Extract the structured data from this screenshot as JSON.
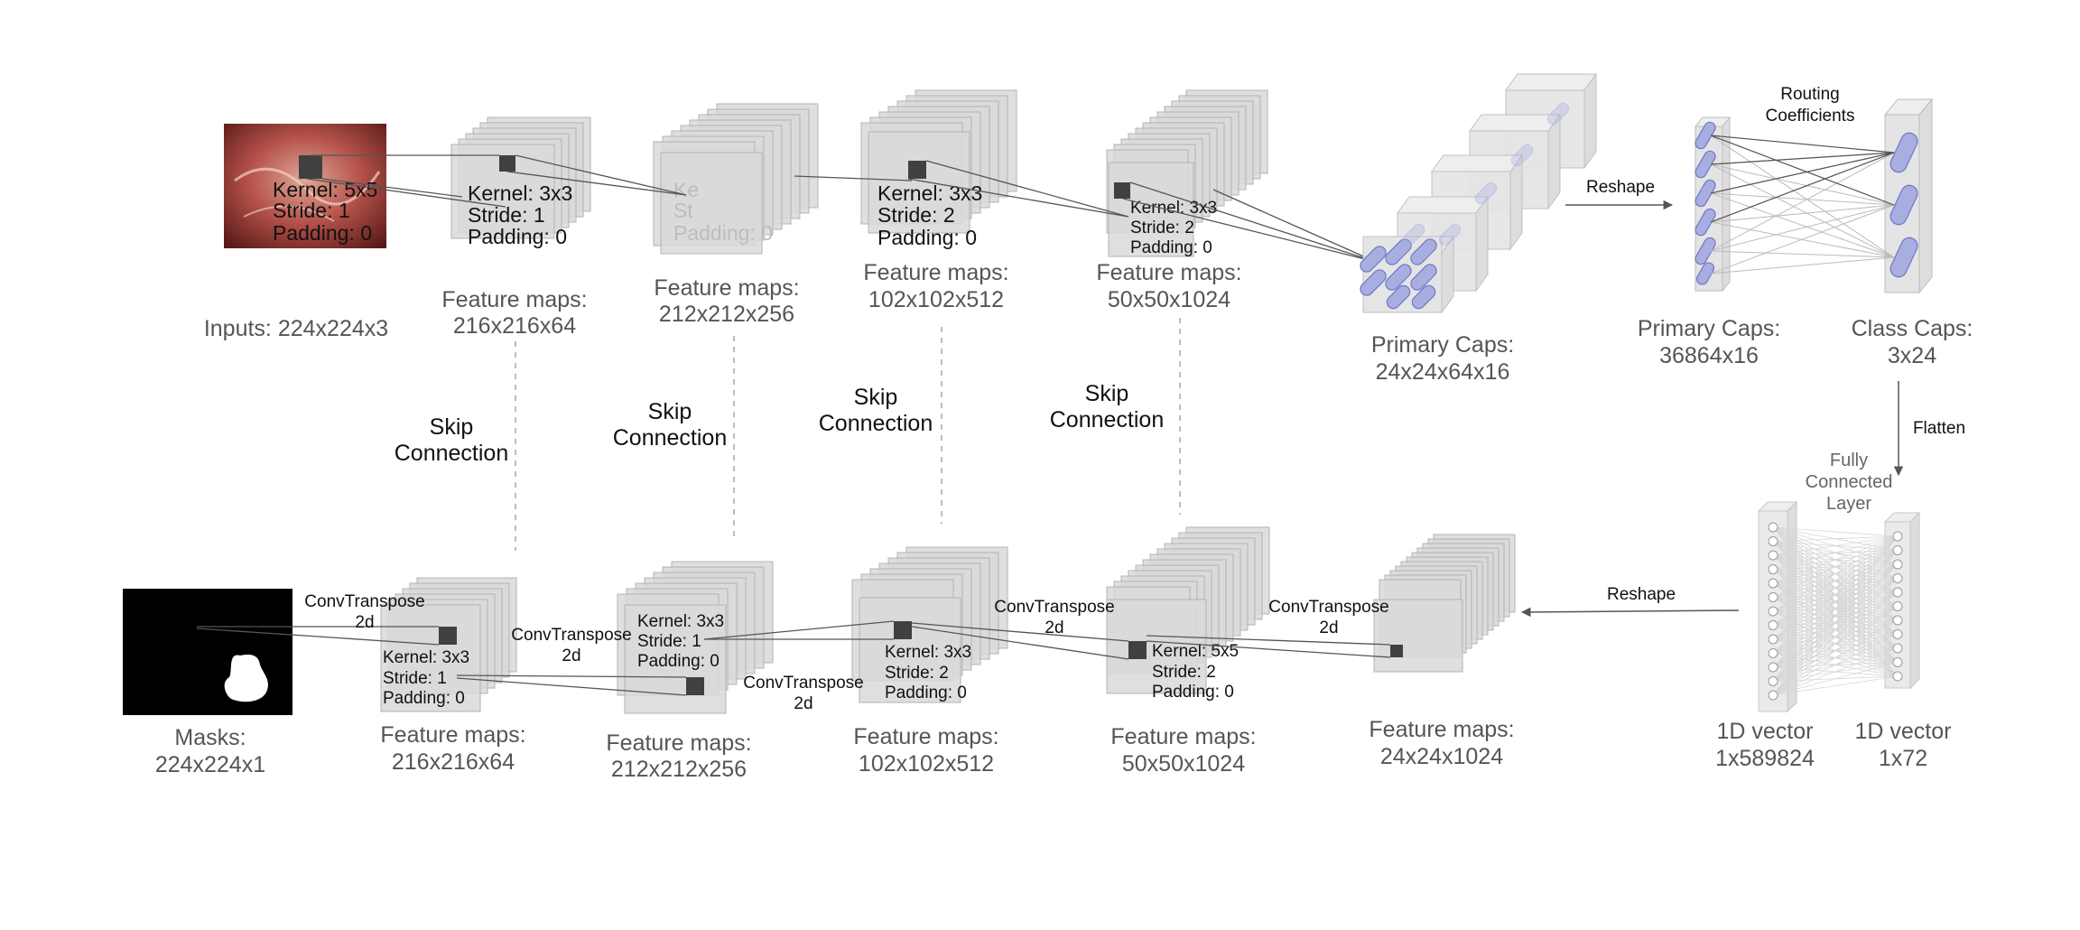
{
  "encoder": {
    "input": {
      "image_label": "Kernel: 5x5",
      "stride": "Stride: 1",
      "padding": "Padding: 0",
      "caption": "Inputs: 224x224x3"
    },
    "fm1": {
      "kernel": "Kernel: 3x3",
      "stride": "Stride: 1",
      "padding": "Padding: 0",
      "caption_1": "Feature maps:",
      "caption_2": "216x216x64"
    },
    "fm2": {
      "kernel": "Ke",
      "stride": "St",
      "padding": "Padding: 0",
      "caption_1": "Feature maps:",
      "caption_2": "212x212x256"
    },
    "fm3": {
      "kernel": "Kernel: 3x3",
      "stride": "Stride: 2",
      "padding": "Padding: 0",
      "caption_1": "Feature maps:",
      "caption_2": "102x102x512"
    },
    "fm4": {
      "kernel": "Kernel: 3x3",
      "stride": "Stride: 2",
      "padding": "Padding: 0",
      "caption_1": "Feature maps:",
      "caption_2": "50x50x1024"
    },
    "primary_caps": {
      "caption_1": "Primary Caps:",
      "caption_2": "24x24x64x16"
    }
  },
  "capsules": {
    "reshape": "Reshape",
    "routing_1": "Routing",
    "routing_2": "Coefficients",
    "primary": {
      "caption_1": "Primary Caps:",
      "caption_2": "36864x16"
    },
    "class": {
      "caption_1": "Class Caps:",
      "caption_2": "3x24"
    },
    "flatten": "Flatten",
    "fc_1": "Fully",
    "fc_2": "Connected",
    "fc_3": "Layer",
    "vec1": {
      "caption_1": "1D vector",
      "caption_2": "1x589824"
    },
    "vec2": {
      "caption_1": "1D vector",
      "caption_2": "1x72"
    }
  },
  "skip": [
    {
      "line1": "Skip",
      "line2": "Connection"
    },
    {
      "line1": "Skip",
      "line2": "Connection"
    },
    {
      "line1": "Skip",
      "line2": "Connection"
    },
    {
      "line1": "Skip",
      "line2": "Connection"
    }
  ],
  "decoder": {
    "reshape": "Reshape",
    "mask": {
      "caption_1": "Masks:",
      "caption_2": "224x224x1"
    },
    "fm1": {
      "kernel": "Kernel: 3x3",
      "stride": "Stride: 1",
      "padding": "Padding: 0",
      "caption_1": "Feature maps:",
      "caption_2": "216x216x64"
    },
    "fm2": {
      "kernel": "Kernel: 3x3",
      "stride": "Stride: 1",
      "padding": "Padding: 0",
      "caption_1": "Feature maps:",
      "caption_2": "212x212x256"
    },
    "fm3": {
      "kernel": "Kernel: 3x3",
      "stride": "Stride: 2",
      "padding": "Padding: 0",
      "caption_1": "Feature maps:",
      "caption_2": "102x102x512"
    },
    "fm4": {
      "kernel": "Kernel: 5x5",
      "stride": "Stride: 2",
      "padding": "Padding: 0",
      "caption_1": "Feature maps:",
      "caption_2": "50x50x1024"
    },
    "fm5": {
      "caption_1": "Feature maps:",
      "caption_2": "24x24x1024"
    },
    "convt_1": {
      "line1": "ConvTranspose",
      "line2": "2d"
    },
    "convt_2": {
      "line1": "ConvTranspose",
      "line2": "2d"
    },
    "convt_3": {
      "line1": "ConvTranspose",
      "line2": "2d"
    },
    "convt_4": {
      "line1": "ConvTranspose",
      "line2": "2d"
    },
    "convt_5": {
      "line1": "ConvTranspose",
      "line2": "2d"
    }
  },
  "colors": {
    "layer_fill": "#d9d9d9",
    "layer_stroke": "#b3b3b3",
    "capsule_fill": "#a9aee0",
    "capsule_stroke": "#6f76c6",
    "caption_text": "#555555",
    "kernel_square": "#404040"
  }
}
